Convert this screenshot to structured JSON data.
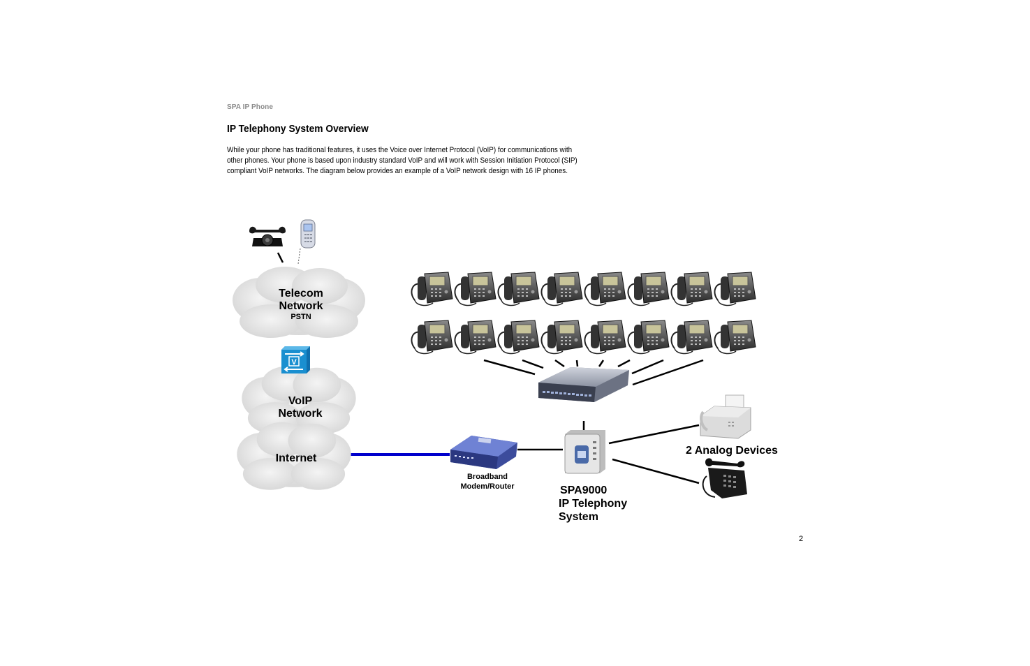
{
  "header": {
    "running_head": "SPA IP Phone",
    "title": "IP Telephony System Overview",
    "intro": "While your phone has traditional features, it uses the Voice over Internet Protocol (VoIP) for communications with other phones. Your phone is based upon industry standard VoIP and will work with Session Initiation Protocol (SIP) compliant VoIP networks. The diagram below provides an example of a VoIP network design with 16 IP phones."
  },
  "diagram": {
    "clouds": {
      "telecom_line1": "Telecom",
      "telecom_line2": "Network",
      "telecom_sub": "PSTN",
      "voip_line1": "VoIP",
      "voip_line2": "Network",
      "internet": "Internet"
    },
    "gateway_icon_letter": "V",
    "modem_label_line1": "Broadband",
    "modem_label_line2": "Modem/Router",
    "spa_label_line1": "SPA9000",
    "spa_label_line2": "IP Telephony",
    "spa_label_line3": "System",
    "analog_label": "2 Analog Devices",
    "ip_phone_count": 16,
    "colors": {
      "cloud": "#e4e4e4",
      "internet_link": "#0000cc",
      "gateway": "#1a8fd0",
      "modem": "#4a5db8"
    }
  },
  "footer": {
    "page_number": "2"
  }
}
